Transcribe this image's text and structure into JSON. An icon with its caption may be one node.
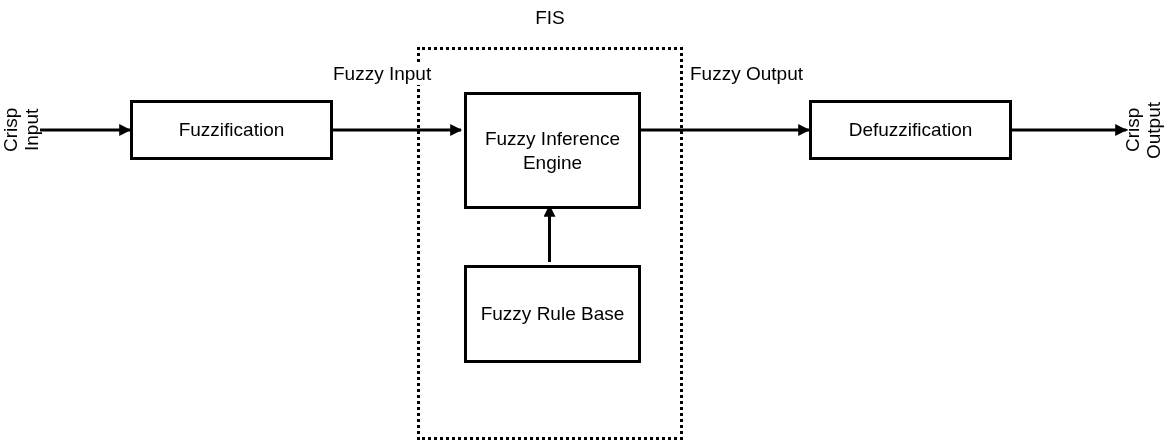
{
  "diagram": {
    "nodes": [
      {
        "text": [
          "Crisp Input"
        ]
      },
      {
        "text": [
          "Fuzzification"
        ]
      },
      {
        "text": [
          "FIS"
        ]
      },
      {
        "text": [
          "Fuzzy Inference Engine"
        ],
        "in": 2
      },
      {
        "text": [
          "Fuzzy Rule Base"
        ],
        "in": 2
      },
      {
        "text": [
          "Defuzzification"
        ]
      },
      {
        "text": [
          "Crisp Output"
        ]
      }
    ],
    "edges": [
      {
        "from": 0,
        "to": 1,
        "arrow": "to"
      },
      {
        "from": 1,
        "to": 3,
        "arrow": "to",
        "label": "Fuzzy Input"
      },
      {
        "from": 3,
        "to": 5,
        "arrow": "to",
        "label": "Fuzzy Output"
      },
      {
        "from": 4,
        "to": 3,
        "arrow": "to"
      },
      {
        "from": 5,
        "to": 6,
        "arrow": "to"
      }
    ]
  }
}
